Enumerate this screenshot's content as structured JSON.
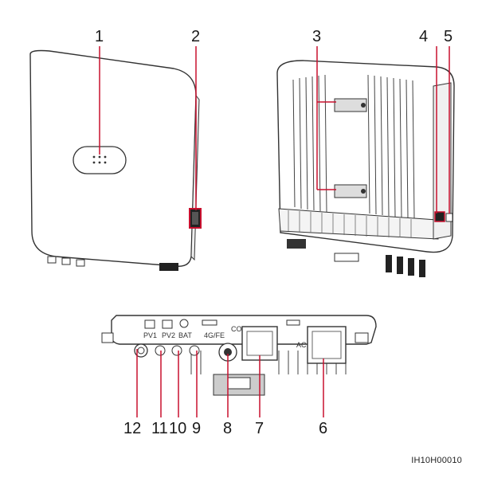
{
  "callouts_top": [
    "1",
    "2",
    "3",
    "4",
    "5"
  ],
  "callouts_bottom": [
    "12",
    "11",
    "10",
    "9",
    "8",
    "7",
    "6"
  ],
  "port_labels": {
    "pv1": "PV1",
    "pv2": "PV2",
    "bat": "BAT",
    "fe": "4G/FE",
    "com": "COM",
    "ac": "AC"
  },
  "figure_id": "IH10H00010",
  "colors": {
    "callout_line": "#c8102e",
    "outline": "#333333",
    "fill": "#ffffff"
  }
}
